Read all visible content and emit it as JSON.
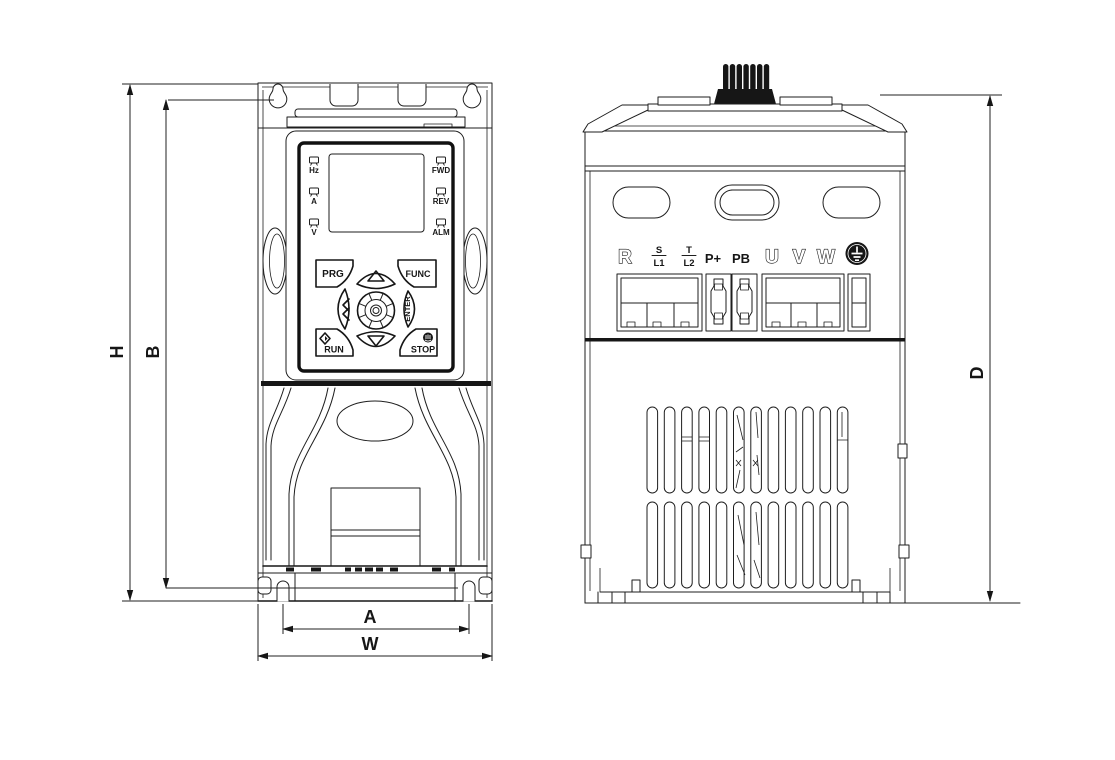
{
  "drawing": {
    "front_view": {
      "indicators": {
        "left": [
          "Hz",
          "A",
          "V"
        ],
        "right": [
          "FWD",
          "REV",
          "ALM"
        ]
      },
      "keypad": {
        "prg": "PRG",
        "func": "FUNC",
        "enter": "ENTER",
        "run": "RUN",
        "stop": "STOP"
      }
    },
    "terminal_view": {
      "terminals": {
        "r": "R",
        "s": "S",
        "l1": "L1",
        "t": "T",
        "l2": "L2",
        "p_plus": "P+",
        "pb": "PB",
        "u": "U",
        "v": "V",
        "w": "W",
        "ground_icon": "protective-earth"
      }
    },
    "dimensions": {
      "overall_height": "H",
      "mounting_height": "B",
      "mounting_width": "A",
      "overall_width": "W",
      "depth": "D"
    },
    "colors": {
      "line": "#1a1a1a",
      "background": "#ffffff",
      "knob_fill": "#161616"
    }
  }
}
